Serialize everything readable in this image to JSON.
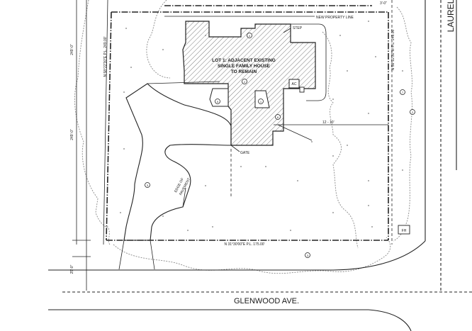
{
  "street_south": "GLENWOOD AVE.",
  "street_east": "LAUREL",
  "lot_label": [
    "LOT 1: ADJACENT EXISTING",
    "SINGLE FAMILY HOUSE",
    "TO REMAIN"
  ],
  "new_property_line": "NEW PROPERTY LINE",
  "step": "STEP",
  "ac": "AC",
  "gate": "GATE",
  "edge_of_pavement": [
    "EDGE OF",
    "PAVEMENT"
  ],
  "fh": "FH",
  "dim_12_10": "12 - 10'",
  "south_line": "N 31°30'00\"E   P.L. 175.00'",
  "west_line": "N 58°22'30\"E   P.L. 249.00'",
  "east_line": "N 58°22'30\"W   P.L. 249.00'",
  "left_dim": "249'-0\"",
  "left_dim_top": "249'-0\"",
  "left_dim_bottom": "25'-0\"",
  "top_right_label": "3'-0\"",
  "tree_tags": [
    "4",
    "2",
    "5",
    "1",
    "6",
    "3",
    "7",
    "3",
    "2"
  ]
}
